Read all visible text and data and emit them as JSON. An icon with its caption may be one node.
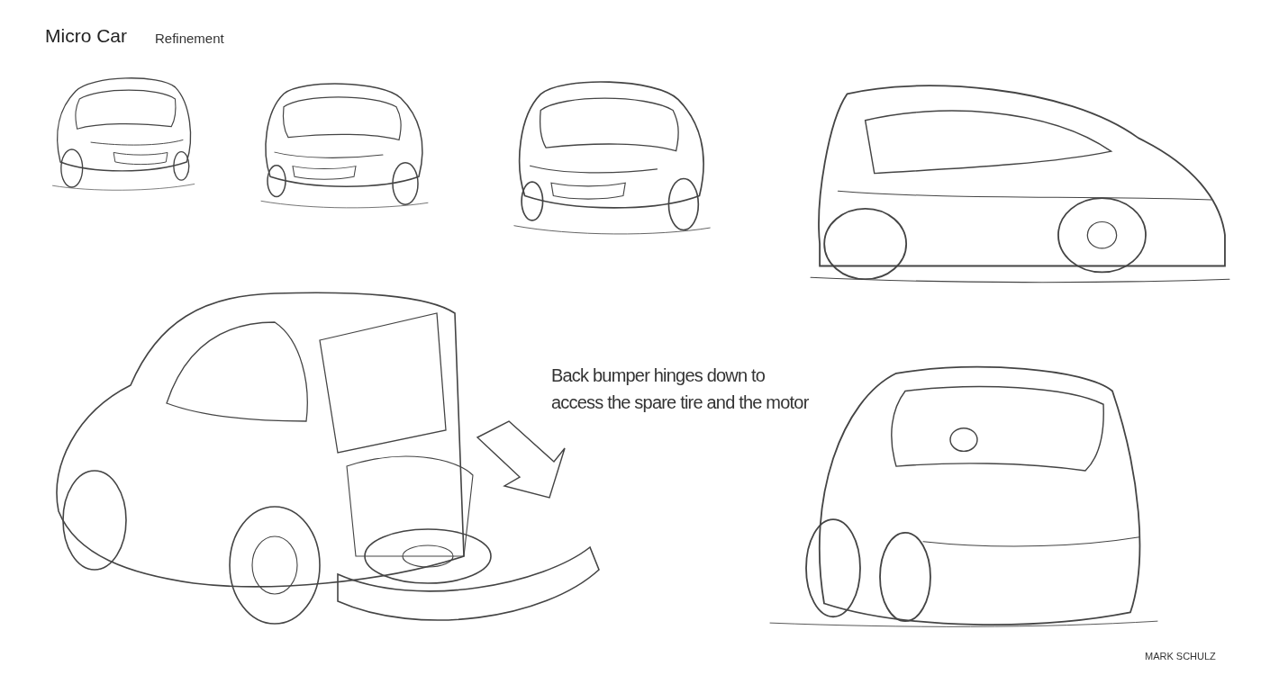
{
  "diagram": {
    "title": "Micro Car",
    "labels": [
      "Refinement",
      "Back bumper hinges down to access the spare tire and the motor",
      "MARK SCHULZ"
    ]
  }
}
